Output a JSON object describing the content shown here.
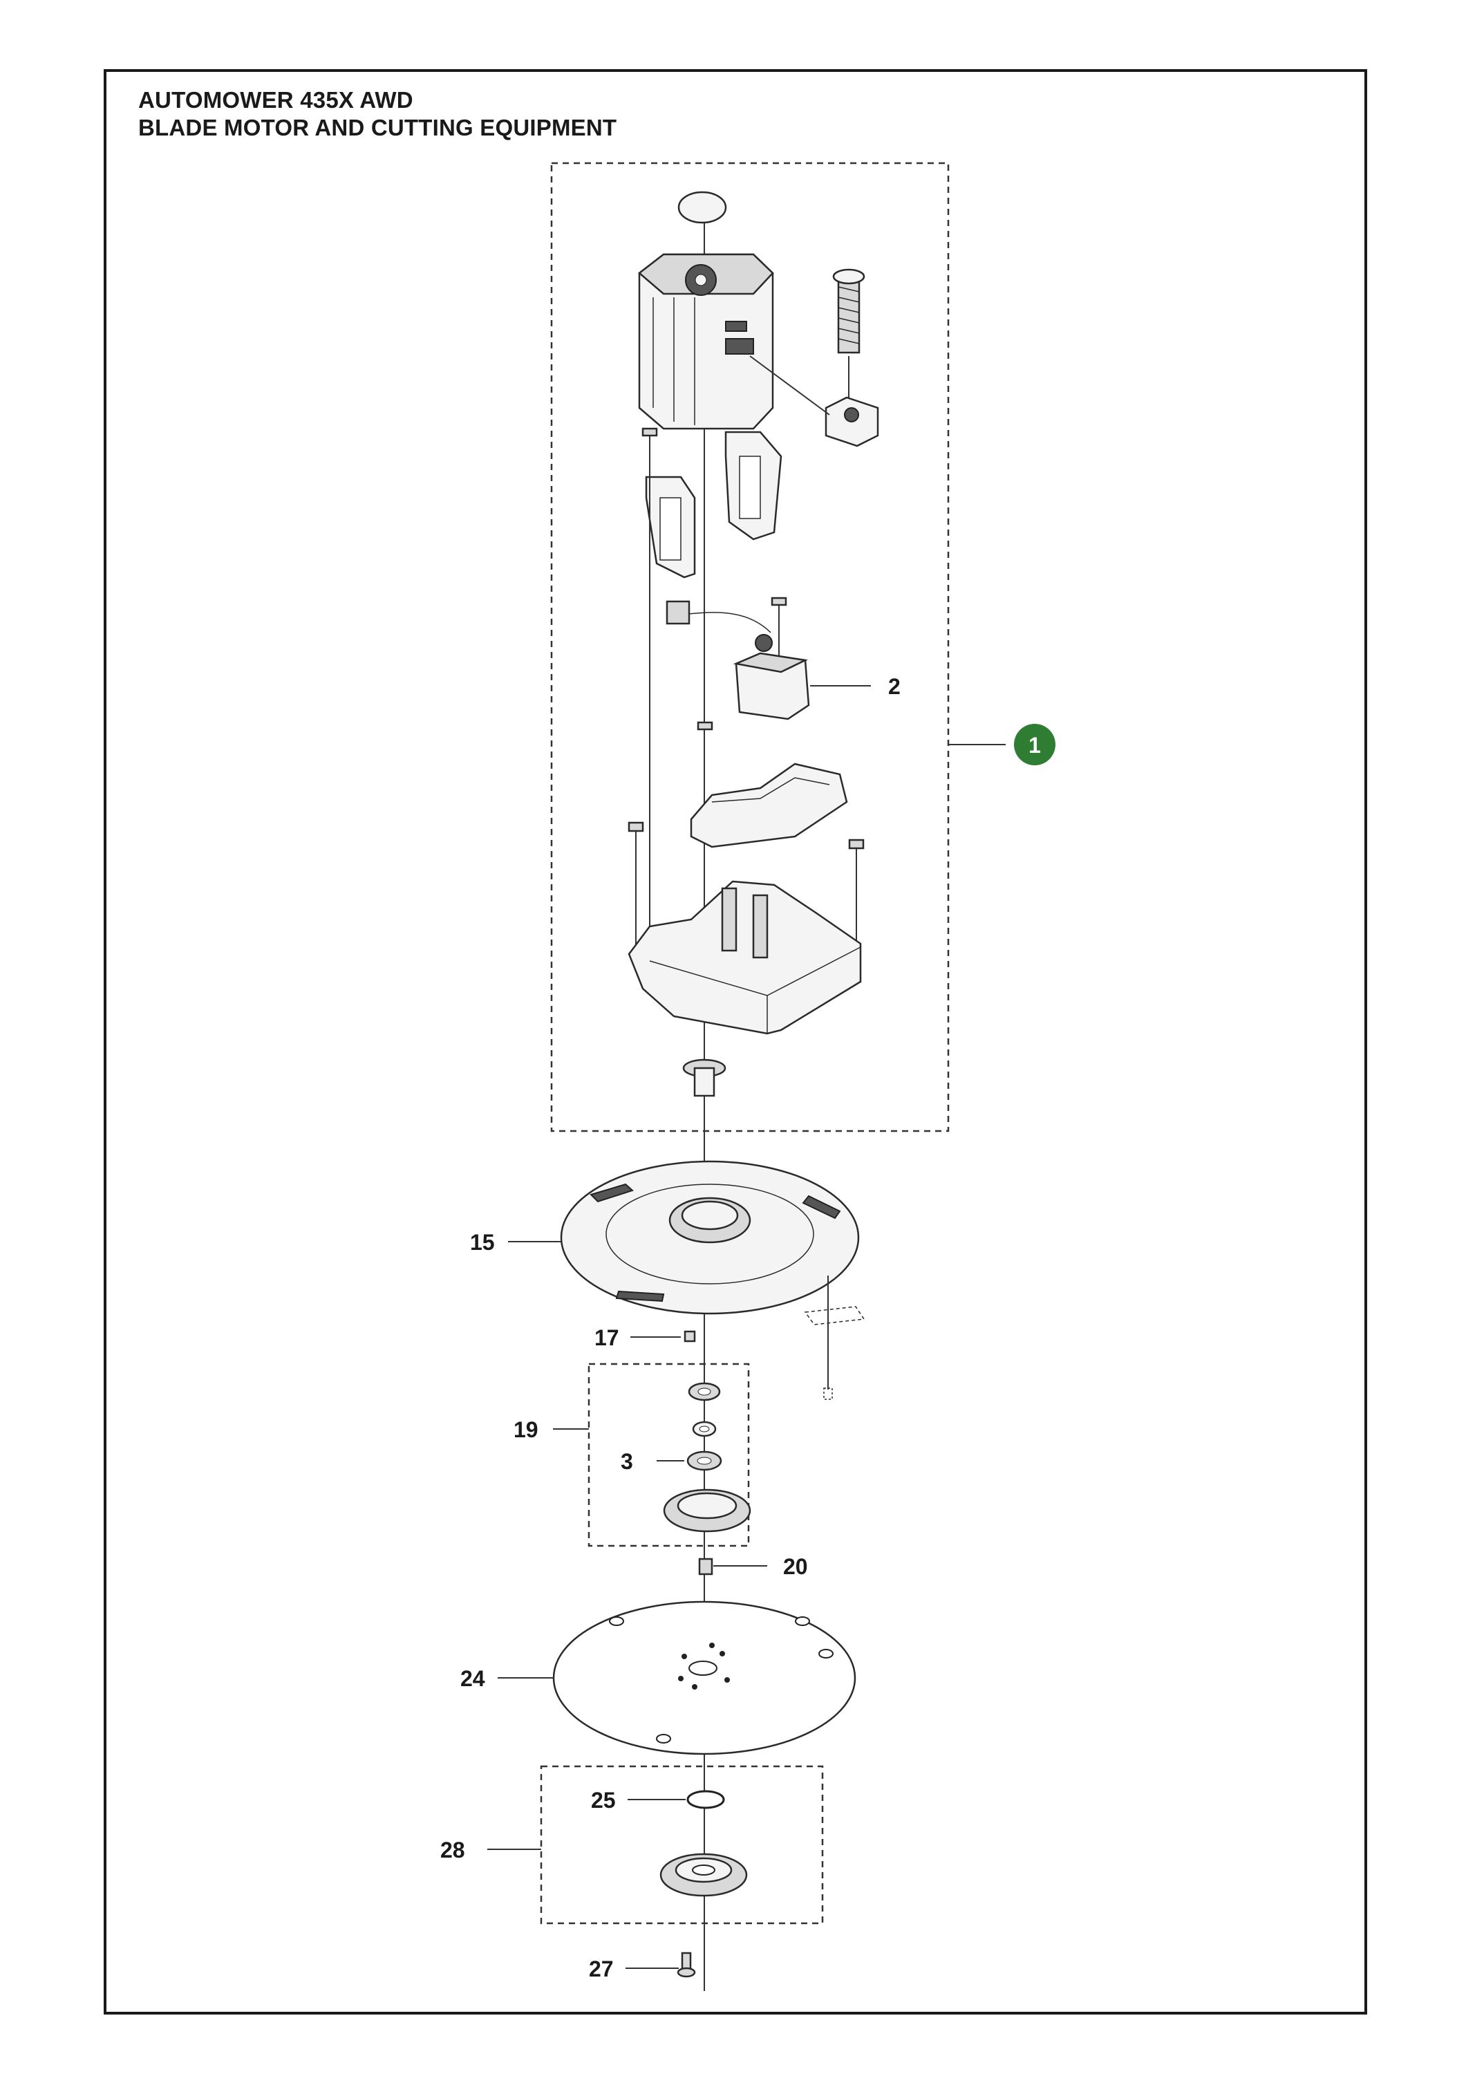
{
  "title": {
    "line1": "AUTOMOWER 435X AWD",
    "line2": "BLADE MOTOR AND CUTTING EQUIPMENT"
  },
  "callouts": {
    "c1": "1",
    "c2": "2",
    "c3": "3",
    "c15": "15",
    "c17": "17",
    "c19": "19",
    "c20": "20",
    "c24": "24",
    "c25": "25",
    "c27": "27",
    "c28": "28"
  },
  "colors": {
    "callout_badge": "#2e7d32",
    "line": "#333333"
  }
}
